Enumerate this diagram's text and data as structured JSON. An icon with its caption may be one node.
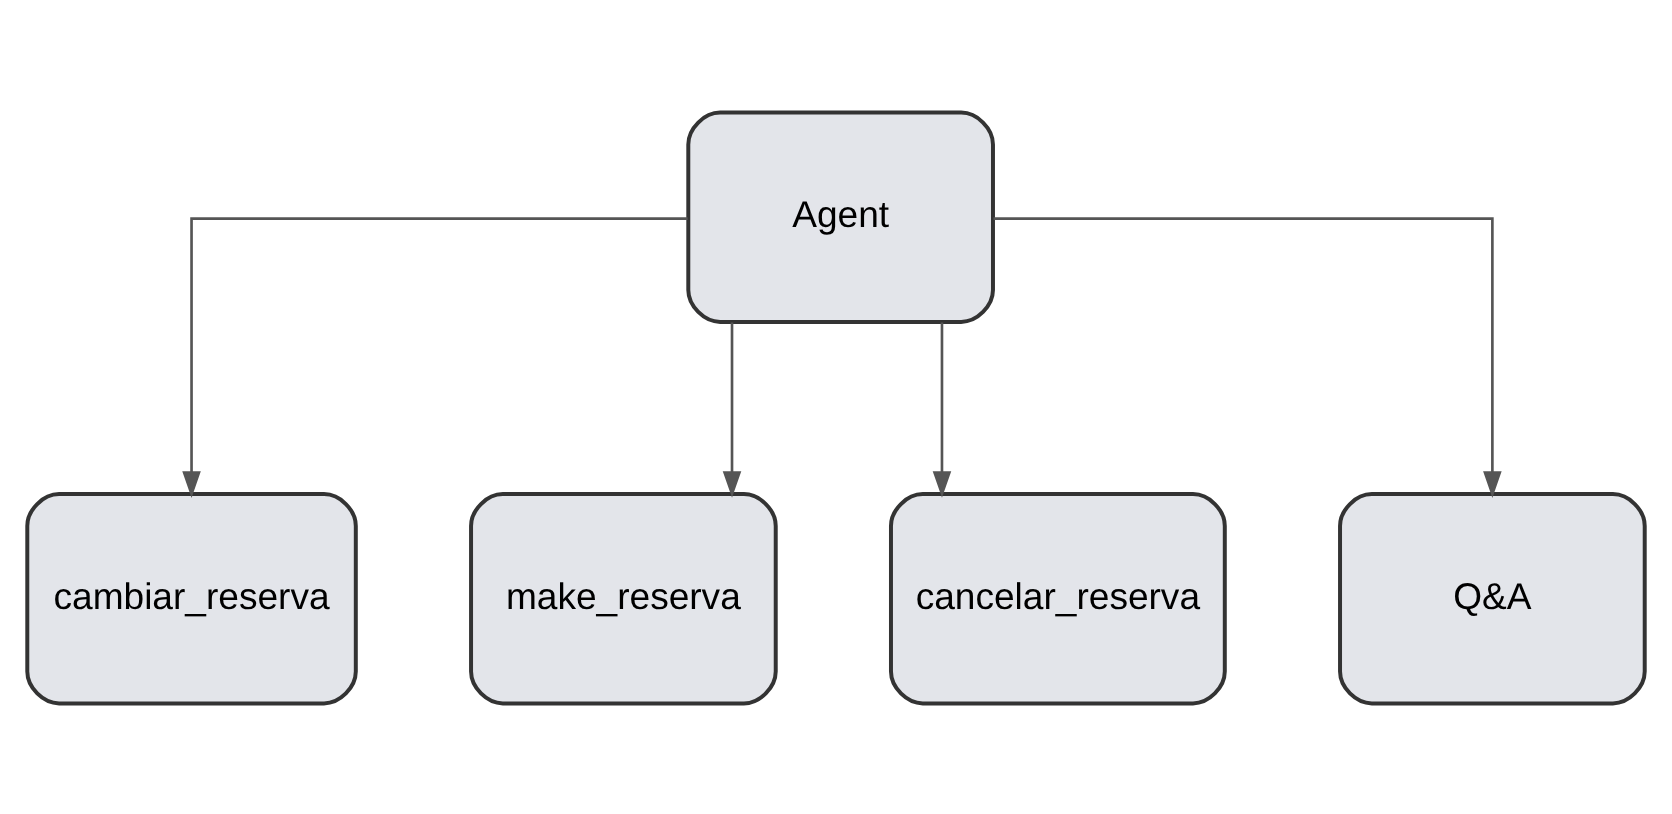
{
  "diagram": {
    "nodes": [
      {
        "text": [
          "Agent"
        ]
      },
      {
        "text": [
          "cambiar_reserva"
        ]
      },
      {
        "text": [
          "make_reserva"
        ]
      },
      {
        "text": [
          "cancelar_reserva"
        ]
      },
      {
        "text": [
          "Q&A"
        ]
      }
    ],
    "edges": [
      {
        "from": 0,
        "to": 1,
        "arrow": "to"
      },
      {
        "from": 0,
        "to": 2,
        "arrow": "to"
      },
      {
        "from": 0,
        "to": 3,
        "arrow": "to"
      },
      {
        "from": 0,
        "to": 4,
        "arrow": "to"
      }
    ]
  }
}
